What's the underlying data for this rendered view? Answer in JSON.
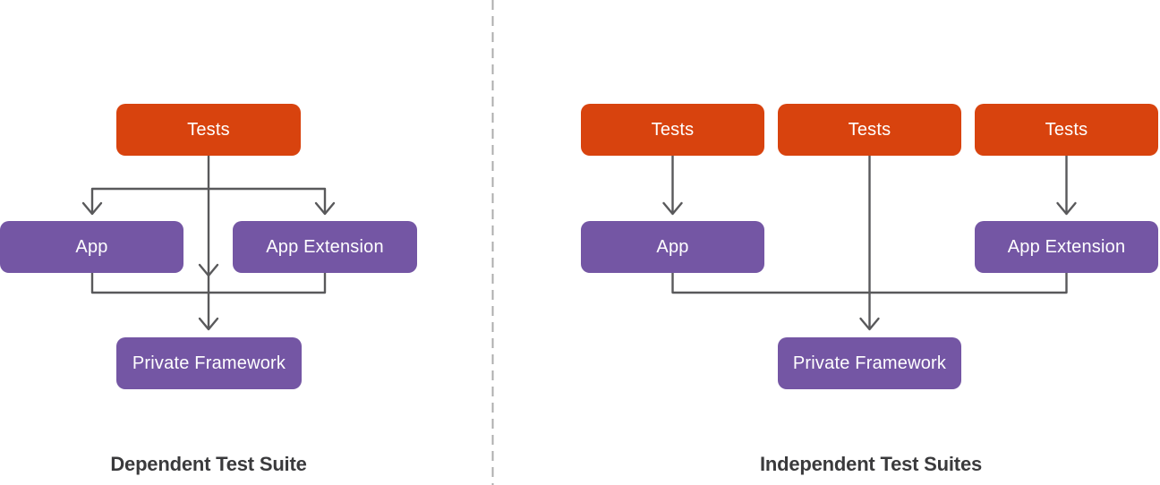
{
  "diagram": {
    "colors": {
      "tests_box": "#D8430E",
      "component_box": "#7456A4",
      "connector_line": "#59595B",
      "box_label_text": "#FFFFFF",
      "panel_title_text": "#3A3A3C",
      "divider_line": "#ACACAC",
      "background": "#FFFFFF"
    },
    "divider": {
      "style": "dashed-vertical"
    },
    "panels": [
      {
        "title": "Dependent Test Suite",
        "nodes": [
          {
            "label": "Tests"
          },
          {
            "label": "App"
          },
          {
            "label": "App Extension"
          },
          {
            "label": "Private Framework"
          }
        ],
        "edges": [
          "Tests -> App",
          "Tests -> App Extension",
          "Tests -> Private Framework",
          "App -> Private Framework",
          "App Extension -> Private Framework"
        ]
      },
      {
        "title": "Independent Test Suites",
        "nodes": [
          {
            "label": "Tests"
          },
          {
            "label": "Tests"
          },
          {
            "label": "Tests"
          },
          {
            "label": "App"
          },
          {
            "label": "App Extension"
          },
          {
            "label": "Private Framework"
          }
        ],
        "edges": [
          "Tests 1 -> App",
          "Tests 2 -> Private Framework",
          "Tests 3 -> App Extension",
          "App -> Private Framework",
          "App Extension -> Private Framework"
        ]
      }
    ]
  }
}
